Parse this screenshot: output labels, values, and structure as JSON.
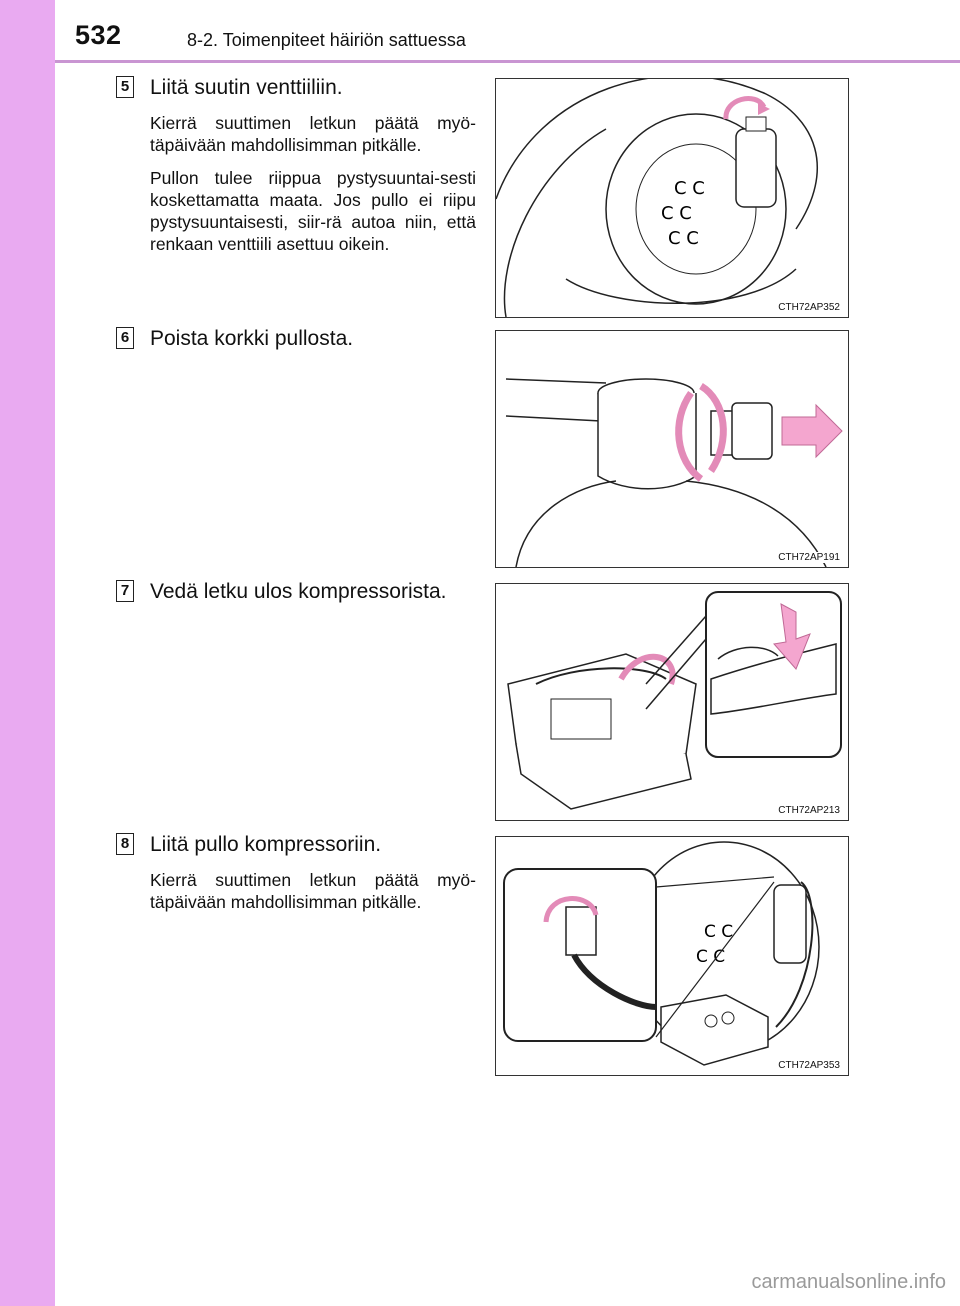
{
  "page": {
    "number": "532",
    "section_title": "8-2. Toimenpiteet häiriön sattuessa"
  },
  "steps": [
    {
      "badge": "5",
      "heading": "Liitä suutin venttiiliin.",
      "paragraphs": [
        "Kierrä suuttimen letkun päätä myö-täpäivään mahdollisimman pitkälle.",
        "Pullon tulee riippua pystysuuntai-sesti koskettamatta maata. Jos pullo ei riipu pystysuuntaisesti, siir-rä autoa niin, että renkaan venttiili asettuu oikein."
      ],
      "figure_code": "CTH72AP352"
    },
    {
      "badge": "6",
      "heading": "Poista korkki pullosta.",
      "paragraphs": [],
      "figure_code": "CTH72AP191"
    },
    {
      "badge": "7",
      "heading": "Vedä letku ulos kompressorista.",
      "paragraphs": [],
      "figure_code": "CTH72AP213"
    },
    {
      "badge": "8",
      "heading": "Liitä pullo kompressoriin.",
      "paragraphs": [
        "Kierrä suuttimen letkun päätä myö-täpäivään mahdollisimman pitkälle."
      ],
      "figure_code": "CTH72AP353"
    }
  ],
  "watermark": "carmanualsonline.info",
  "colors": {
    "sidebar": "#e9aaf1",
    "arrow_pink": "#f4a6cf"
  }
}
